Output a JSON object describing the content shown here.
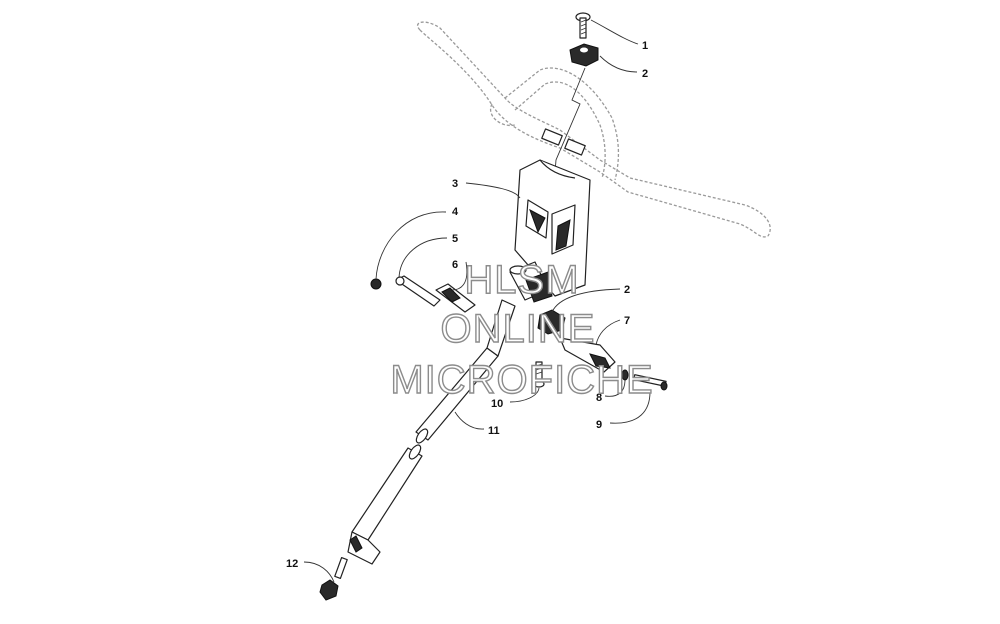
{
  "callouts": {
    "c1": "1",
    "c2a": "2",
    "c2b": "2",
    "c3": "3",
    "c4": "4",
    "c5": "5",
    "c6": "6",
    "c7": "7",
    "c8": "8",
    "c9": "9",
    "c10": "10",
    "c11": "11",
    "c12": "12"
  },
  "watermark": {
    "line1": "HLSM",
    "line2": "ONLINE",
    "line3": "MICROFICHE"
  }
}
